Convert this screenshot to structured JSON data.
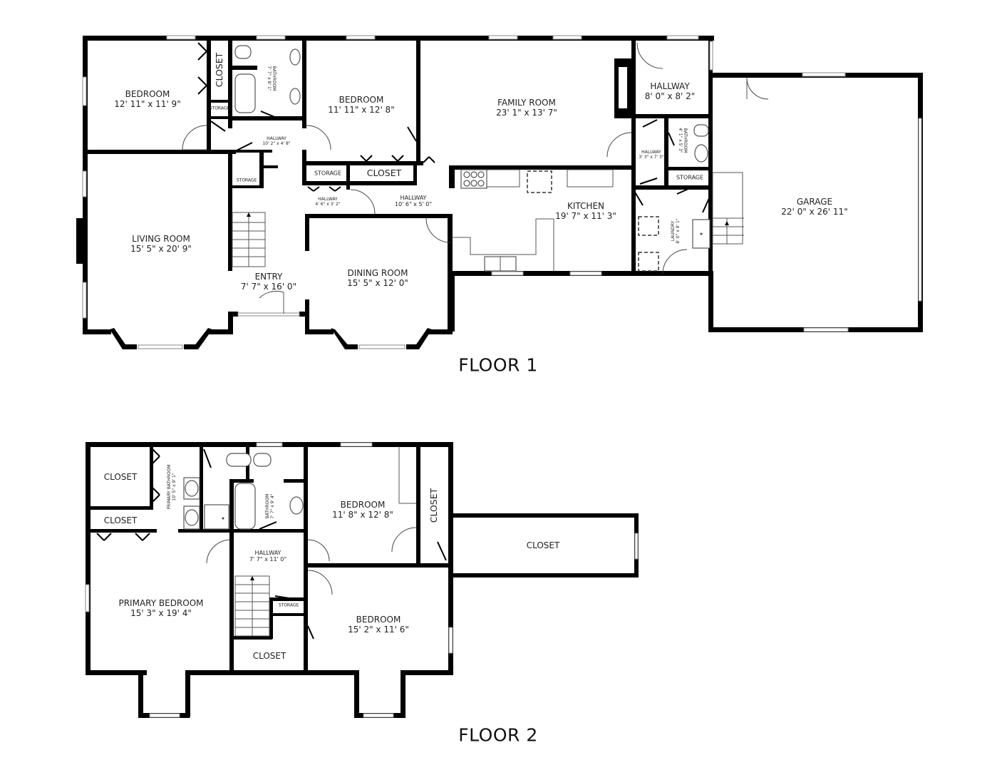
{
  "floors": [
    {
      "title": "FLOOR 1",
      "rooms": [
        {
          "name": "BEDROOM",
          "dims": "12' 11\" x 11' 9\""
        },
        {
          "name": "CLOSET",
          "dims": ""
        },
        {
          "name": "STORAGE",
          "dims": ""
        },
        {
          "name": "BATHROOM",
          "dims": "7' 7\" x 8' 1\""
        },
        {
          "name": "BEDROOM",
          "dims": "11' 11\" x 12' 8\""
        },
        {
          "name": "HALLWAY",
          "dims": "10' 2\" x 4' 8\""
        },
        {
          "name": "FAMILY ROOM",
          "dims": "23' 1\" x 13' 7\""
        },
        {
          "name": "HALLWAY",
          "dims": "8' 0\" x 8' 2\""
        },
        {
          "name": "HALLWAY",
          "dims": "3' 3\" x 7' 3\""
        },
        {
          "name": "BATHROOM",
          "dims": "4' 1\" x 5' 3\""
        },
        {
          "name": "STORAGE",
          "dims": ""
        },
        {
          "name": "STORAGE",
          "dims": ""
        },
        {
          "name": "STORAGE",
          "dims": ""
        },
        {
          "name": "CLOSET",
          "dims": ""
        },
        {
          "name": "HALLWAY",
          "dims": "4' 6\" x 3' 2\""
        },
        {
          "name": "HALLWAY",
          "dims": "10' 6\" x 5' 0\""
        },
        {
          "name": "KITCHEN",
          "dims": "19' 7\" x 11' 3\""
        },
        {
          "name": "LAUNDRY",
          "dims": "8' 0\" x 9' 1\""
        },
        {
          "name": "GARAGE",
          "dims": "22' 0\" x 26' 11\""
        },
        {
          "name": "LIVING ROOM",
          "dims": "15' 5\" x 20' 9\""
        },
        {
          "name": "ENTRY",
          "dims": "7' 7\" x 16' 0\""
        },
        {
          "name": "DINING ROOM",
          "dims": "15' 5\" x 12' 0\""
        }
      ]
    },
    {
      "title": "FLOOR 2",
      "rooms": [
        {
          "name": "CLOSET",
          "dims": ""
        },
        {
          "name": "CLOSET",
          "dims": ""
        },
        {
          "name": "PRIMARY BATHROOM",
          "dims": "10' 5\" x 9' 1\""
        },
        {
          "name": "BATHROOM",
          "dims": "7' 7\" x 9' 4\""
        },
        {
          "name": "BEDROOM",
          "dims": "11' 8\" x 12' 8\""
        },
        {
          "name": "CLOSET",
          "dims": ""
        },
        {
          "name": "CLOSET",
          "dims": ""
        },
        {
          "name": "HALLWAY",
          "dims": "7' 7\" x 11' 0\""
        },
        {
          "name": "PRIMARY BEDROOM",
          "dims": "15' 3\" x 19' 4\""
        },
        {
          "name": "STORAGE",
          "dims": ""
        },
        {
          "name": "BEDROOM",
          "dims": "15' 2\" x 11' 6\""
        },
        {
          "name": "CLOSET",
          "dims": ""
        }
      ]
    }
  ]
}
